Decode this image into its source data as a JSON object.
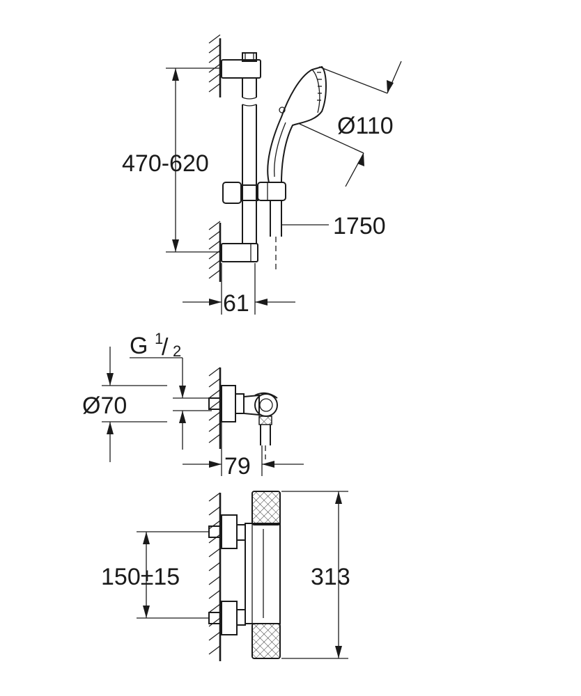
{
  "drawing": {
    "top_view": {
      "height_range": "470-620",
      "handshower_diameter": "Ø110",
      "hose_length": "1750",
      "wall_offset": "61"
    },
    "middle_view": {
      "thread_prefix": "G",
      "thread_numerator": "1",
      "thread_slash": "/",
      "thread_denominator": "2",
      "escutcheon_diameter": "Ø70",
      "projection": "79"
    },
    "bottom_view": {
      "centre_distance": "150±15",
      "body_length": "313"
    }
  }
}
